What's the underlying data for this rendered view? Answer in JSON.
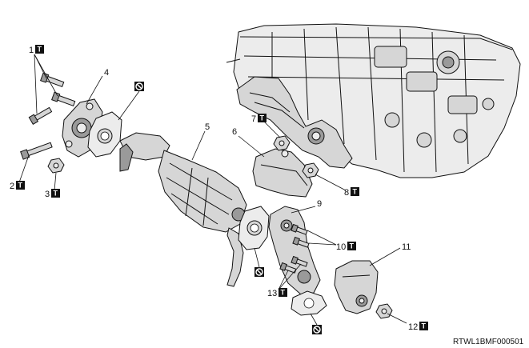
{
  "diagram": {
    "reference_code": "RTWL1BMF000501",
    "torque_symbol": "T",
    "callouts": [
      {
        "id": "c1",
        "label": "1",
        "torque": true
      },
      {
        "id": "c2",
        "label": "2",
        "torque": true
      },
      {
        "id": "c3",
        "label": "3",
        "torque": true
      },
      {
        "id": "c4",
        "label": "4",
        "torque": false
      },
      {
        "id": "c5",
        "label": "5",
        "torque": false
      },
      {
        "id": "c6",
        "label": "6",
        "torque": false
      },
      {
        "id": "c7",
        "label": "7",
        "torque": true
      },
      {
        "id": "c8",
        "label": "8",
        "torque": true
      },
      {
        "id": "c9",
        "label": "9",
        "torque": false
      },
      {
        "id": "c10",
        "label": "10",
        "torque": true
      },
      {
        "id": "c11",
        "label": "11",
        "torque": false
      },
      {
        "id": "c12",
        "label": "12",
        "torque": true
      },
      {
        "id": "c13",
        "label": "13",
        "torque": true
      }
    ],
    "no_reuse_symbols": 3
  }
}
